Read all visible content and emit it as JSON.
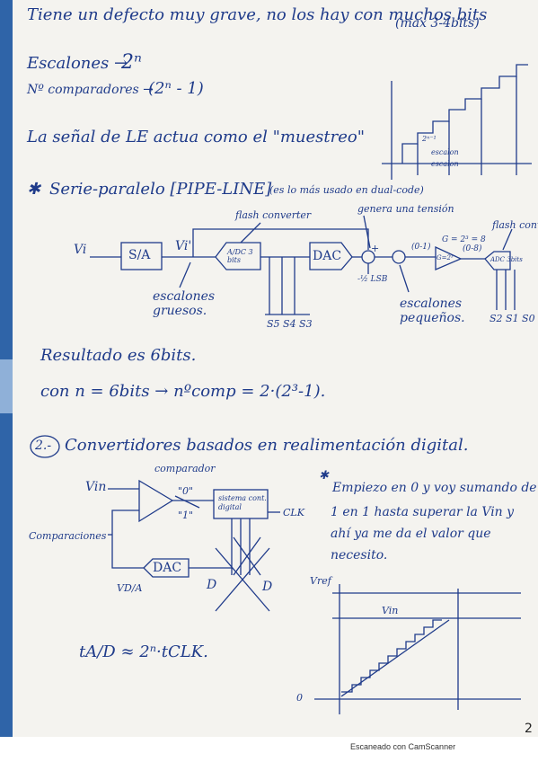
{
  "notes": {
    "line1": "Tiene un defecto muy grave, no los hay con muchos bits",
    "line1_note": "(max 3-4bits)",
    "escalones": "Escalones →",
    "escalones_val": "2ⁿ",
    "comparadores": "Nº comparadores →",
    "comparadores_val": "(2ⁿ - 1)",
    "senal": "La señal de LE actua como el \"muestreo\"",
    "graph_labels": [
      "2ⁿ⁻¹",
      "escalon",
      "escalon"
    ],
    "section1_title": "Serie-paralelo [PIPE-LINE]",
    "section1_note": "(es lo más usado en dual-code)",
    "resultado": "Resultado es 6bits.",
    "formula": "con n = 6bits → nºcomp = 2·(2³-1).",
    "section2_num": "2.-",
    "section2_title": "Convertidores basados en realimentación digital.",
    "explanation": [
      "Empiezo en 0 y voy sumando de",
      "1 en 1 hasta superar la Vin y",
      "ahí ya me da el valor que",
      "necesito."
    ],
    "tad": "tA/D ≈ 2ⁿ·tCLK."
  },
  "diagram1": {
    "vi_in": "Vi",
    "sh": "S/A",
    "vi_out": "Vi'",
    "flash_label": "flash converter",
    "adc_block": "A/DC 3 bits",
    "dac_block": "DAC",
    "genera": "genera una tensión",
    "sum": "+",
    "range1": "(0-1)",
    "gain": "G = 2³ = 8",
    "gain_block": "G=2³",
    "range2": "(0-8)",
    "flash_conv2": "flash conv.",
    "adc2_block": "ADC 3bits",
    "minus_half": "-½ LSB",
    "escalones_gruesos": "escalones gruesos.",
    "escalones_pequenos": "escalones pequeños.",
    "s_high": "S5 S4 S3",
    "s_low": "S2 S1 S0"
  },
  "diagram2": {
    "vin": "Vin",
    "comparador": "comparador",
    "zero": "\"0\"",
    "one": "\"1\"",
    "sistema": "sistema cont. digital",
    "clk": "CLK",
    "comparaciones": "Comparaciones",
    "dac": "DAC",
    "vd": "VD/A",
    "d1": "D",
    "d2": "D"
  },
  "graph2": {
    "vref": "Vref",
    "vin": "Vin",
    "zero": "0"
  },
  "footer": {
    "scanner": "Escaneado con CamScanner",
    "page": "2"
  }
}
